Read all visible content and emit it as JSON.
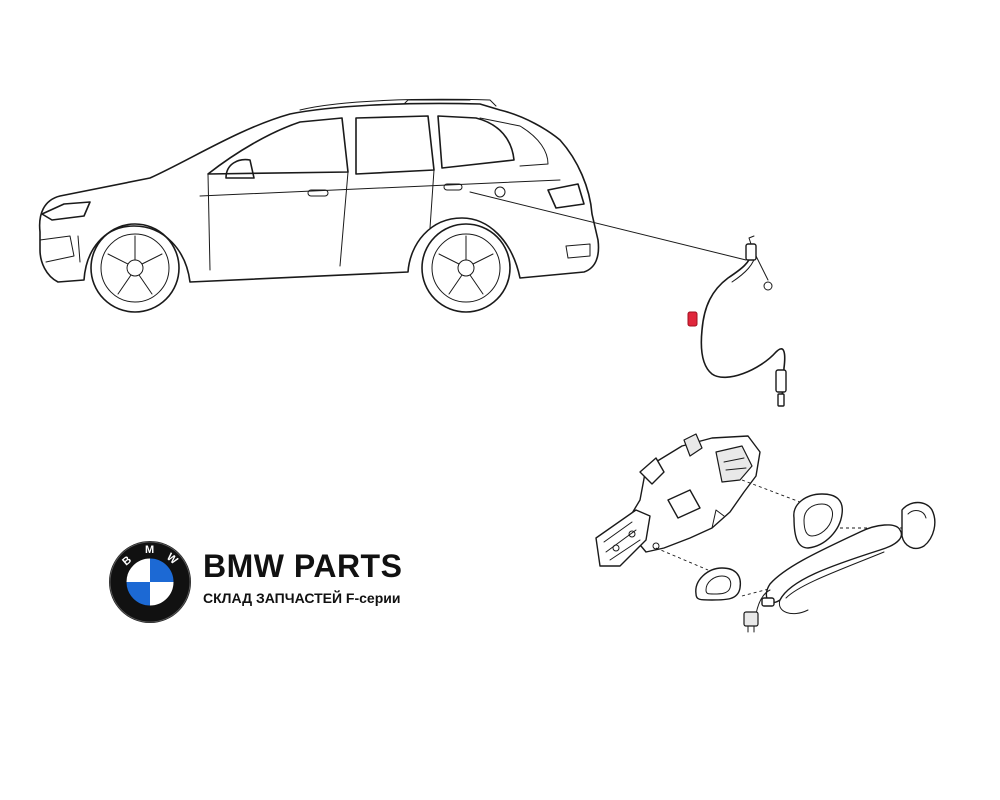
{
  "brand": {
    "title": "BMW PARTS",
    "subtitle": "СКЛАД ЗАПЧАСТЕЙ F-серии",
    "logo_text": [
      "B",
      "M",
      "W"
    ],
    "colors": {
      "blue": "#1c69d4",
      "black": "#111111",
      "white": "#ffffff"
    }
  },
  "highlight": {
    "color": "#e0263b"
  }
}
